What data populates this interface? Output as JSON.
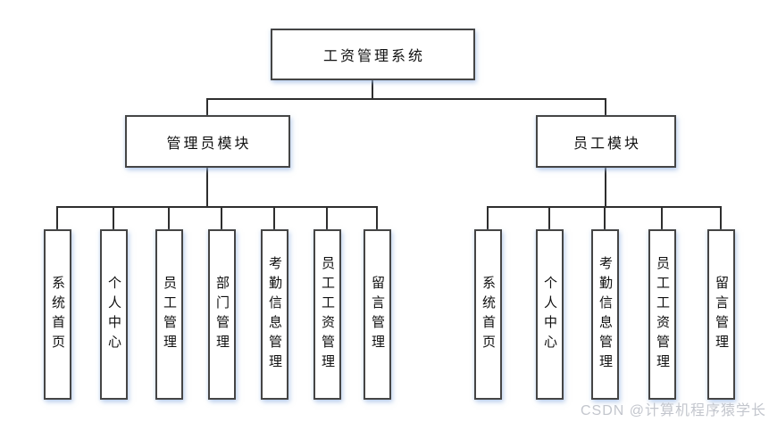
{
  "diagram": {
    "root_label": "工资管理系统",
    "modules": [
      {
        "label": "管理员模块",
        "children": [
          "系统首页",
          "个人中心",
          "员工管理",
          "部门管理",
          "考勤信息管理",
          "员工工资管理",
          "留言管理"
        ]
      },
      {
        "label": "员工模块",
        "children": [
          "系统首页",
          "个人中心",
          "考勤信息管理",
          "员工工资管理",
          "留言管理"
        ]
      }
    ]
  },
  "watermark": "CSDN @计算机程序猿学长"
}
